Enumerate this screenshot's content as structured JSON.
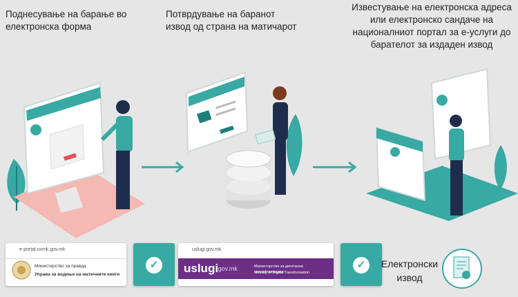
{
  "steps": [
    {
      "line1": "Поднесување на барање во",
      "line2": "електронска форма"
    },
    {
      "line1": "Потврдување на баранот",
      "line2": "извод од страна на матичарот"
    },
    {
      "line1": "Известување на електронска адреса",
      "line2": "или  електронско сандаче на",
      "line3": "националниот портал за е-услуги до",
      "line4": "барателот за издаден извод"
    }
  ],
  "portal1": {
    "url": "e-portal.uvmk.gov.mk",
    "org_line1": "Министерство за правда",
    "org_line2": "Управа за водење на матичните книги"
  },
  "portal2": {
    "url": "uslugi.gov.mk",
    "brand": "uslugi",
    "brand_suffix": ".gov.mk",
    "ministry_line1": "Министерство за дигитална трансформација",
    "ministry_line2": "Ministry of Digital Transformation"
  },
  "result": {
    "line1": "Електронски",
    "line2": "извод"
  },
  "colors": {
    "teal": "#38a9a3",
    "dark_teal": "#1f7f7a",
    "pink": "#f4b9b2",
    "navy": "#1f2d4d",
    "purple": "#6b2f86"
  },
  "icons": [
    "check-icon",
    "check-icon",
    "document-icon",
    "coat-of-arms-icon"
  ]
}
